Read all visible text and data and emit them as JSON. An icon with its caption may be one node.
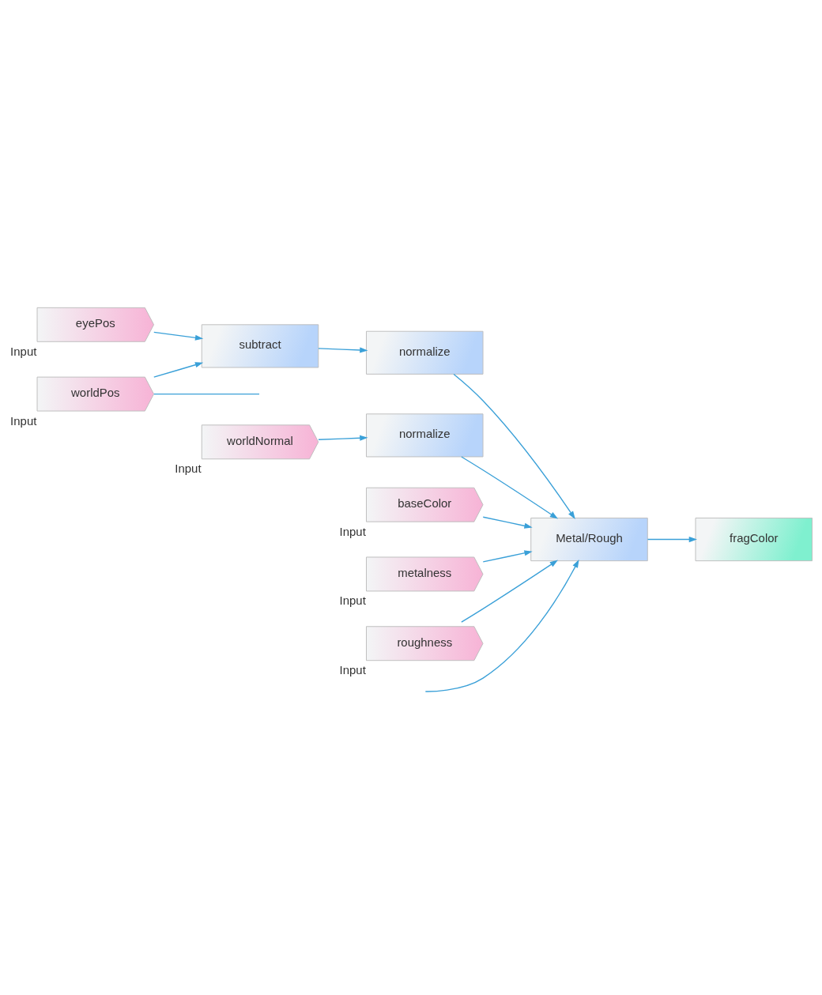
{
  "diagram": {
    "nodes": [
      {
        "text": [
          "worldPos"
        ],
        "beside": [
          "Input"
        ]
      },
      {
        "text": [
          "subtract"
        ]
      },
      {
        "text": [
          "normalize"
        ]
      },
      {
        "text": [
          "eyePos"
        ],
        "beside": [
          "Input"
        ]
      },
      {
        "text": [
          "worldNormal"
        ],
        "beside": [
          "Input"
        ]
      },
      {
        "text": [
          "normalize"
        ]
      },
      {
        "text": [
          "Metal/Rough"
        ]
      },
      {
        "text": [
          "baseColor"
        ],
        "beside": [
          "Input"
        ]
      },
      {
        "text": [
          "metalness"
        ],
        "beside": [
          "Input"
        ]
      },
      {
        "text": [
          "fragColor"
        ]
      },
      {
        "text": [
          "roughness"
        ],
        "beside": [
          "Input"
        ]
      }
    ],
    "edges": [
      {
        "from": 0,
        "to": null,
        "arrow": "none"
      },
      {
        "from": 0,
        "to": 1,
        "arrow": "to"
      },
      {
        "from": 3,
        "to": 1,
        "arrow": "to"
      },
      {
        "from": 1,
        "to": 2,
        "arrow": "to"
      },
      {
        "from": 2,
        "to": 6,
        "arrow": "to"
      },
      {
        "from": 4,
        "to": 5,
        "arrow": "to"
      },
      {
        "from": 5,
        "to": 6,
        "arrow": "to"
      },
      {
        "from": null,
        "to": 6,
        "arrow": "to"
      },
      {
        "from": 7,
        "to": 6,
        "arrow": "to"
      },
      {
        "from": 8,
        "to": 6,
        "arrow": "to"
      },
      {
        "from": 10,
        "to": 6,
        "arrow": "to"
      },
      {
        "from": 6,
        "to": 9,
        "arrow": "to"
      }
    ]
  }
}
